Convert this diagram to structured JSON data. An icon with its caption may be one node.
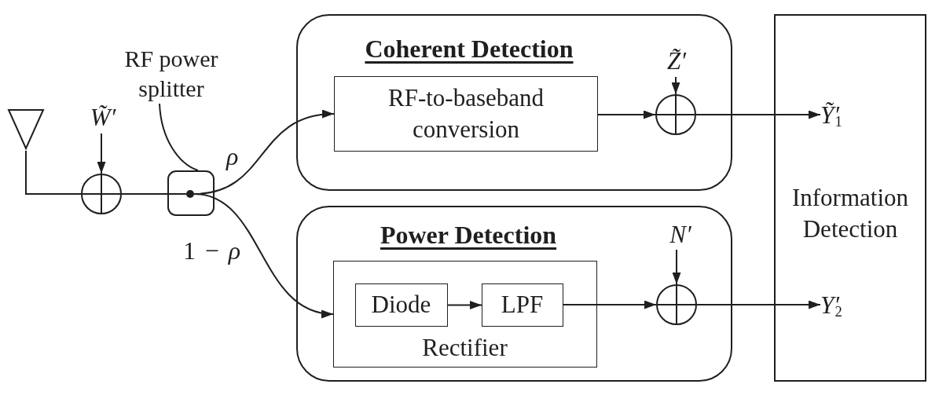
{
  "diagram": {
    "nodes": [
      {
        "text": [],
        "shape": "antenna"
      },
      {
        "text": [
          "W̃′"
        ]
      },
      {
        "text": [],
        "shape": "circle"
      },
      {
        "text": [
          "RF power splitter"
        ]
      },
      {
        "text": [],
        "shape": "box"
      },
      {
        "text": [],
        "shape": "dot",
        "in": 4
      },
      {
        "text": [
          "Coherent Detection"
        ]
      },
      {
        "text": [
          "RF-to-baseband conversion"
        ],
        "in": 6
      },
      {
        "text": [
          "Z̃′"
        ],
        "in": 6
      },
      {
        "text": [],
        "shape": "circle",
        "in": 6
      },
      {
        "text": [
          "Power Detection"
        ]
      },
      {
        "text": [
          "Rectifier"
        ],
        "in": 10
      },
      {
        "text": [
          "Diode"
        ],
        "in": 11
      },
      {
        "text": [
          "LPF"
        ],
        "in": 11
      },
      {
        "text": [
          "N′"
        ],
        "in": 10
      },
      {
        "text": [],
        "shape": "circle",
        "in": 10
      },
      {
        "text": [
          "Information Detection"
        ]
      },
      {
        "text": [
          "Ỹ′$_{1}$"
        ],
        "in": 16
      },
      {
        "text": [
          "Y′$_{2}$"
        ],
        "in": 16
      }
    ],
    "edges": [
      {
        "from": 0,
        "to": 2,
        "arrow": "none"
      },
      {
        "from": 1,
        "to": 2,
        "arrow": "to"
      },
      {
        "from": 2,
        "to": 5,
        "arrow": "none"
      },
      {
        "from": 3,
        "to": 4,
        "arrow": "none"
      },
      {
        "from": 5,
        "to": 7,
        "arrow": "to",
        "label": "ρ"
      },
      {
        "from": 5,
        "to": 11,
        "arrow": "to",
        "label": "1 − *ρ*"
      },
      {
        "from": 7,
        "to": 9,
        "arrow": "to"
      },
      {
        "from": 8,
        "to": 9,
        "arrow": "to"
      },
      {
        "from": 9,
        "to": 17,
        "arrow": "to"
      },
      {
        "from": 12,
        "to": 13,
        "arrow": "to"
      },
      {
        "from": 13,
        "to": 15,
        "arrow": "to"
      },
      {
        "from": 14,
        "to": 15,
        "arrow": "to"
      },
      {
        "from": 15,
        "to": 18,
        "arrow": "to"
      }
    ]
  }
}
